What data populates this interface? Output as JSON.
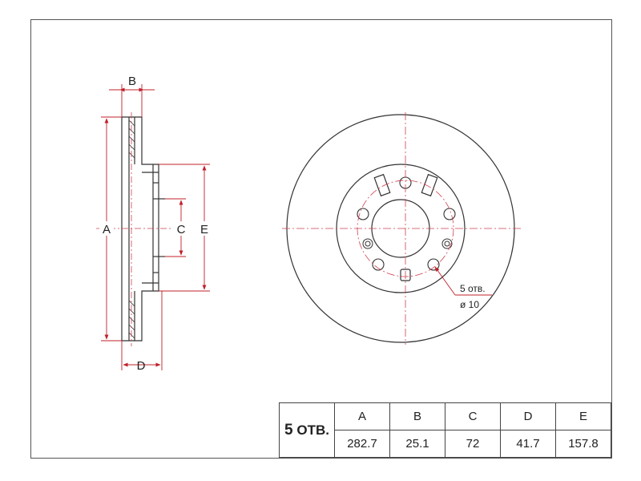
{
  "drawing": {
    "side_view_labels": {
      "A": "A",
      "B": "B",
      "C": "C",
      "D": "D",
      "E": "E"
    },
    "bolt_note": {
      "line1": "5 отв.",
      "line2": "ø 10"
    },
    "colors": {
      "outline": "#333333",
      "dimension": "#c0202a",
      "centerline": "#d04050"
    }
  },
  "table": {
    "holes_number": "5",
    "holes_label": "ОТВ.",
    "headers": [
      "A",
      "B",
      "C",
      "D",
      "E"
    ],
    "values": [
      "282.7",
      "25.1",
      "72",
      "41.7",
      "157.8"
    ]
  }
}
